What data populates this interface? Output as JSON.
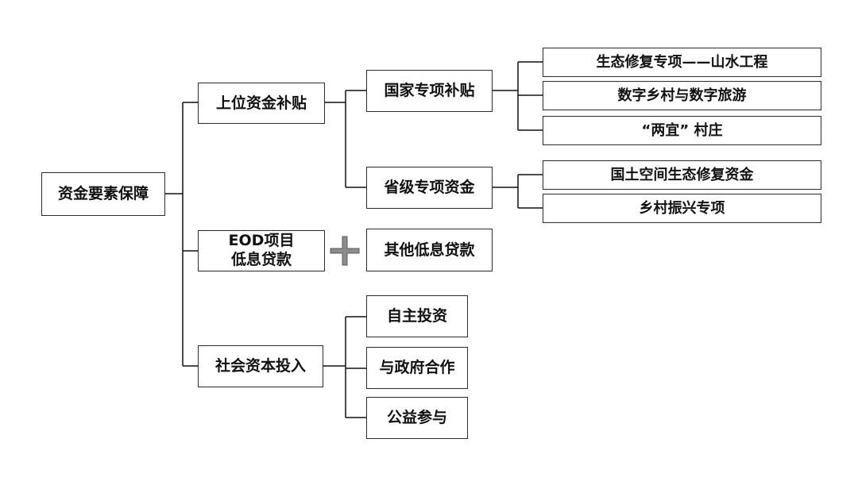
{
  "diagram": {
    "root": "资金要素保障",
    "level1": {
      "subsidy": "上位资金补贴",
      "eod_line1": "EOD项目",
      "eod_line2": "低息贷款",
      "social": "社会资本投入"
    },
    "level2": {
      "national": "国家专项补贴",
      "provincial": "省级专项资金",
      "other_loans": "其他低息贷款",
      "self_invest": "自主投资",
      "gov_coop": "与政府合作",
      "public_welfare": "公益参与"
    },
    "level3": {
      "eco_restore": "生态修复专项——山水工程",
      "digital_village": "数字乡村与数字旅游",
      "liangyi": "“两宜” 村庄",
      "land_space": "国土空间生态修复资金",
      "rural_revival": "乡村振兴专项"
    },
    "icons": {
      "plus": "plus-icon"
    },
    "colors": {
      "border": "#2b2b2b",
      "plus_fill": "#8c8c8c",
      "line": "#111111"
    }
  }
}
